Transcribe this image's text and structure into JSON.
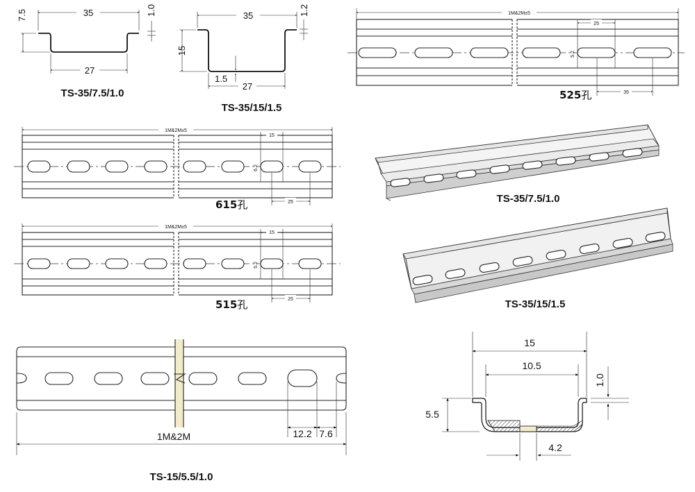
{
  "profiles": {
    "ts35_75": {
      "title": "TS-35/7.5/1.0",
      "width": "35",
      "height": "7.5",
      "thickness": "1.0",
      "inner": "27"
    },
    "ts35_15": {
      "title": "TS-35/15/1.5",
      "width": "35",
      "height": "15",
      "thickness": "1.2",
      "inner": "27",
      "wall": "1.5"
    },
    "ts15": {
      "title": "TS-15/5.5/1.0",
      "width": "15",
      "inner": "10.5",
      "height": "5.5",
      "thickness": "1.0",
      "flange": "4.2"
    }
  },
  "rails": {
    "r525": {
      "length": "1M&2M±5",
      "pitch": "25",
      "spacing": "35",
      "slot_h": "5.2",
      "hole_num": "525",
      "hole_char": "孔"
    },
    "r615": {
      "length": "1M&2M±5",
      "slot_w": "15",
      "slot_h": "6.2",
      "pitch": "25",
      "hole_num": "615",
      "hole_char": "孔"
    },
    "r515": {
      "length": "1M&2M±5",
      "slot_w": "15",
      "slot_h": "5.2",
      "pitch": "25",
      "hole_num": "515",
      "hole_char": "孔"
    },
    "r15": {
      "length": "1M&2M",
      "slot": "12.2",
      "gap": "7.6"
    }
  },
  "perspective": {
    "p75": {
      "title": "TS-35/7.5/1.0"
    },
    "p15": {
      "title": "TS-35/15/1.5"
    }
  },
  "colors": {
    "line": "#222222",
    "break_fill": "#f3eccb"
  }
}
